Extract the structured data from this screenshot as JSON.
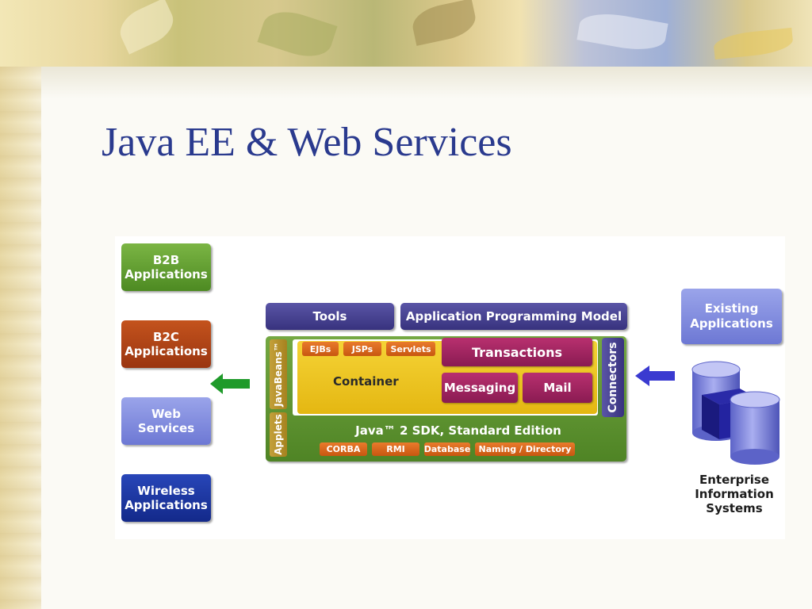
{
  "slide": {
    "title": "Java EE & Web Services"
  },
  "diagram": {
    "clients": {
      "b2b": [
        "B2B",
        "Applications"
      ],
      "b2c": [
        "B2C",
        "Applications"
      ],
      "web_services": [
        "Web",
        "Services"
      ],
      "wireless": [
        "Wireless",
        "Applications"
      ]
    },
    "platform": {
      "tools": "Tools",
      "programming_model": "Application Programming Model",
      "javabeans": "JavaBeans™",
      "applets": "Applets",
      "components": [
        "EJBs",
        "JSPs",
        "Servlets"
      ],
      "container": "Container",
      "transactions": "Transactions",
      "messaging": "Messaging",
      "mail": "Mail",
      "connectors": "Connectors",
      "sdk": "Java™ 2 SDK, Standard Edition",
      "sdk_services": [
        "CORBA",
        "RMI",
        "Database",
        "Naming / Directory"
      ]
    },
    "backend": {
      "existing": [
        "Existing",
        "Applications"
      ],
      "eis": [
        "Enterprise",
        "Information",
        "Systems"
      ]
    },
    "colors": {
      "title": "#2a3a8e",
      "b2b": "#5c9a2c",
      "b2c": "#b0421a",
      "web_services": "#8a94e0",
      "wireless": "#1c3399",
      "tools": "#4a4494",
      "platform_green": "#609434",
      "container_yellow": "#f0c824",
      "component_orange": "#dd6a1e",
      "purple": "#a02460",
      "arrow_green": "#1f9a2a",
      "arrow_blue": "#3a3ad0",
      "eis_blue": "#7f86e0"
    },
    "icons": [
      "arrow-left-icon",
      "arrow-right-icon",
      "database-stack-icon"
    ]
  }
}
